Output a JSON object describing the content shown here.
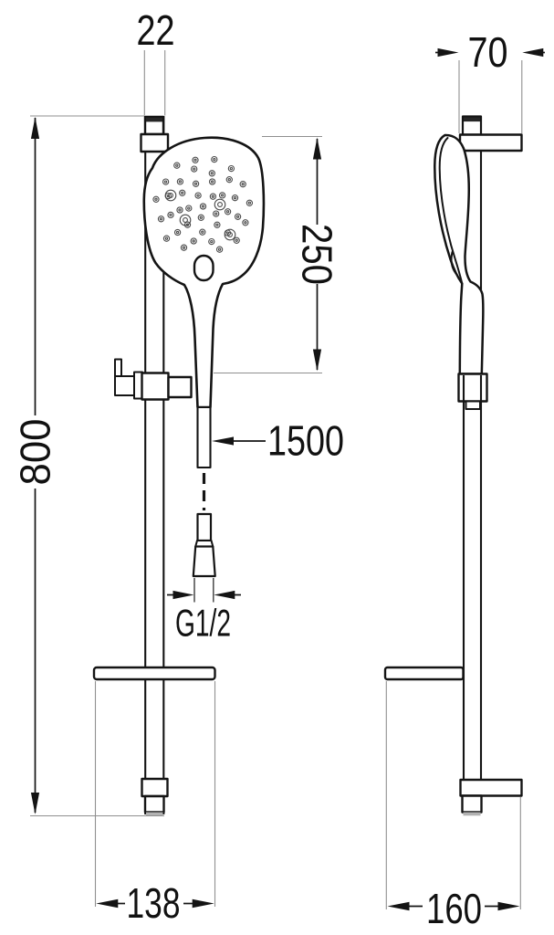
{
  "colors": {
    "background": "#ffffff",
    "line": "#141414",
    "extension_line": "#8f8f8f",
    "end_shade": "#b2b2b2"
  },
  "dimensions": {
    "rail_width": "22",
    "handset_length": "250",
    "hose_length": "1500",
    "hose_thread": "G1/2",
    "rail_height": "800",
    "front_base_width": "138",
    "bracket_depth": "70",
    "side_depth": "160"
  }
}
